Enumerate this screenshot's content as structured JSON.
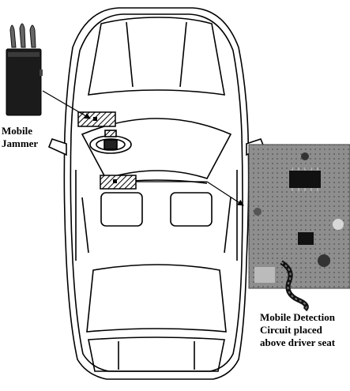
{
  "labels": {
    "jammer": [
      "Mobile",
      "Jammer"
    ],
    "detection": [
      "Mobile Detection",
      "Circuit placed",
      "above driver seat"
    ]
  }
}
